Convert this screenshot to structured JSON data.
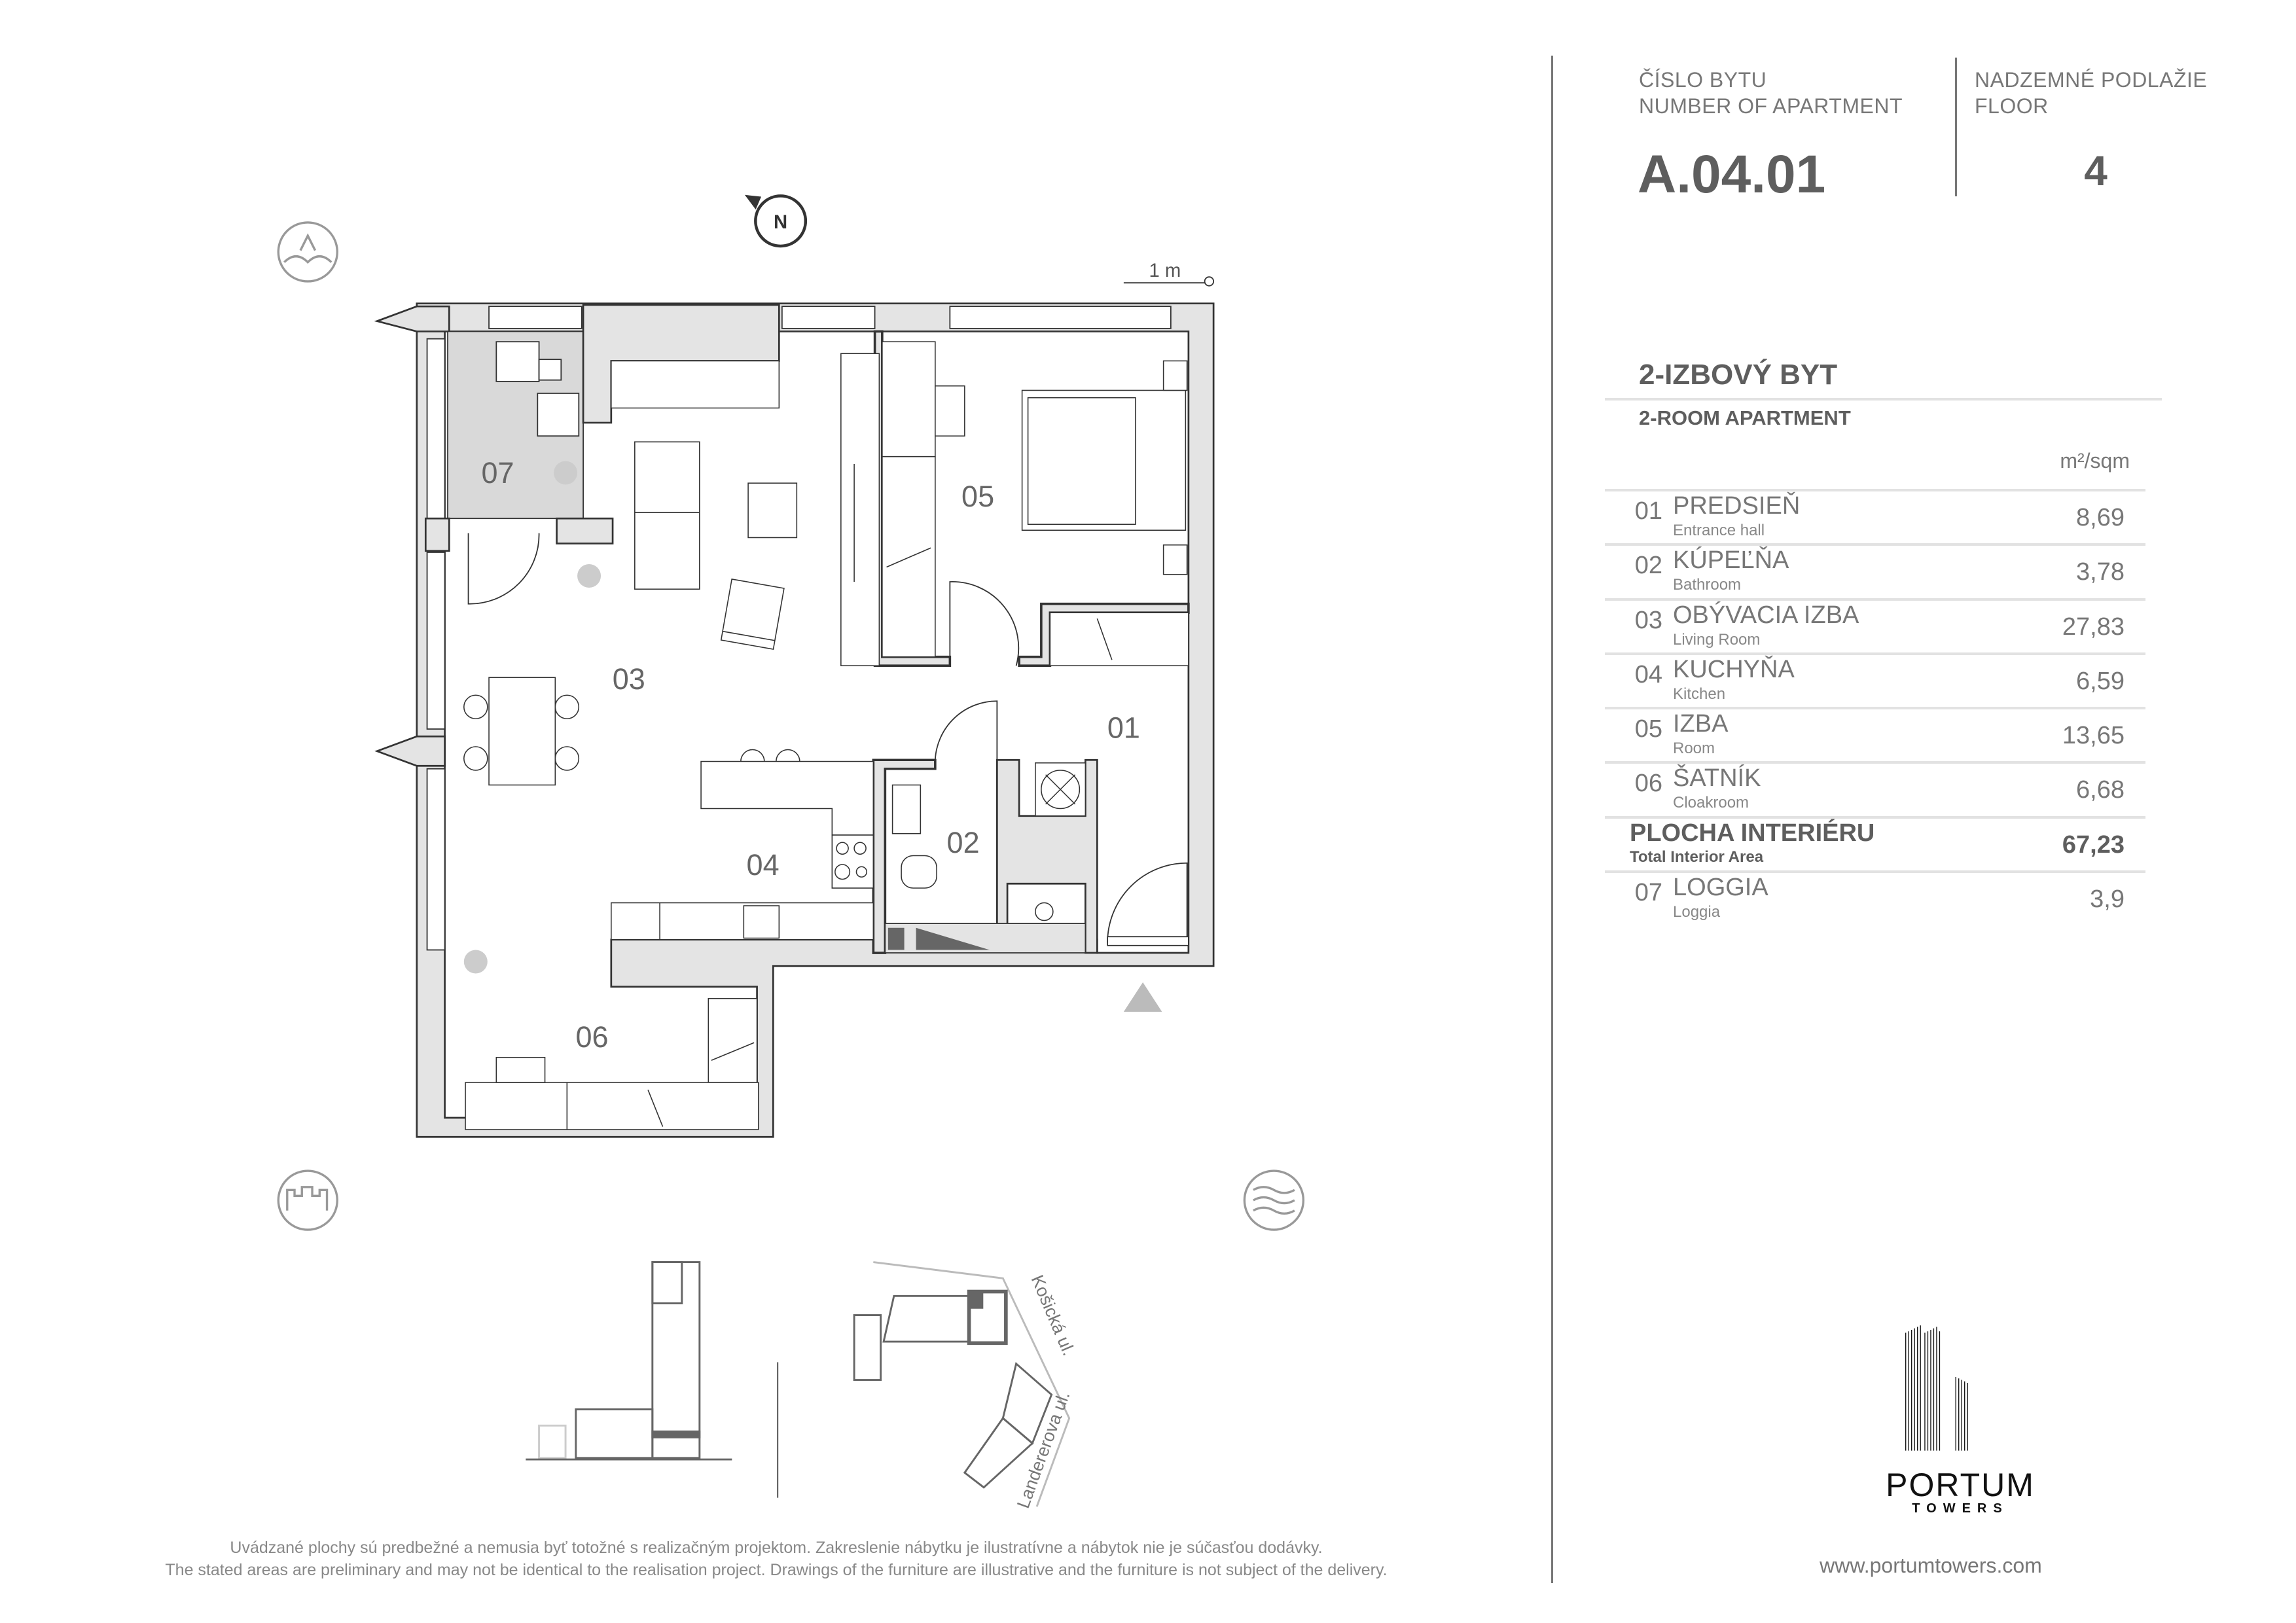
{
  "header": {
    "apartment_label_sk": "ČÍSLO BYTU",
    "apartment_label_en": "NUMBER OF APARTMENT",
    "apartment_number": "A.04.01",
    "floor_label_sk": "NADZEMNÉ PODLAŽIE",
    "floor_label_en": "FLOOR",
    "floor_number": "4"
  },
  "apartment_type": {
    "sk": "2-IZBOVÝ BYT",
    "en": "2-ROOM APARTMENT"
  },
  "unit_label": "m²/sqm",
  "rooms": [
    {
      "num": "01",
      "name": "PREDSIEŇ",
      "sub": "Entrance hall",
      "area": "8,69"
    },
    {
      "num": "02",
      "name": "KÚPEĽŇA",
      "sub": "Bathroom",
      "area": "3,78"
    },
    {
      "num": "03",
      "name": "OBÝVACIA IZBA",
      "sub": "Living Room",
      "area": "27,83"
    },
    {
      "num": "04",
      "name": "KUCHYŇA",
      "sub": "Kitchen",
      "area": "6,59"
    },
    {
      "num": "05",
      "name": "IZBA",
      "sub": "Room",
      "area": "13,65"
    },
    {
      "num": "06",
      "name": "ŠATNÍK",
      "sub": "Cloakroom",
      "area": "6,68"
    }
  ],
  "total": {
    "name": "PLOCHA INTERIÉRU",
    "sub": "Total Interior Area",
    "area": "67,23"
  },
  "loggia": {
    "num": "07",
    "name": "LOGGIA",
    "sub": "Loggia",
    "area": "3,9"
  },
  "plan": {
    "room_labels": [
      "01",
      "02",
      "03",
      "04",
      "05",
      "06",
      "07"
    ],
    "north_label": "N",
    "scale_label": "1 m",
    "icons": [
      "mountain-view-icon",
      "city-view-icon",
      "water-view-icon",
      "north-compass-icon",
      "entrance-arrow-icon"
    ]
  },
  "site": {
    "street_1": "Košická ul.",
    "street_2": "Landererova ul."
  },
  "brand": {
    "name": "PORTUM",
    "sub": "TOWERS",
    "url": "www.portumtowers.com"
  },
  "disclaimer": {
    "sk": "Uvádzané plochy sú predbežné a nemusia byť totožné s realizačným projektom. Zakreslenie nábytku je ilustratívne a nábytok nie je súčasťou dodávky.",
    "en": "The stated areas are preliminary and may not be identical to the realisation project. Drawings of the furniture are illustrative and the furniture is not subject of the delivery."
  },
  "colors": {
    "text": "#666666",
    "wall": "#e4e4e4",
    "line": "#333333",
    "loggia": "#d9d9d9",
    "divider": "#e2e2e2"
  }
}
